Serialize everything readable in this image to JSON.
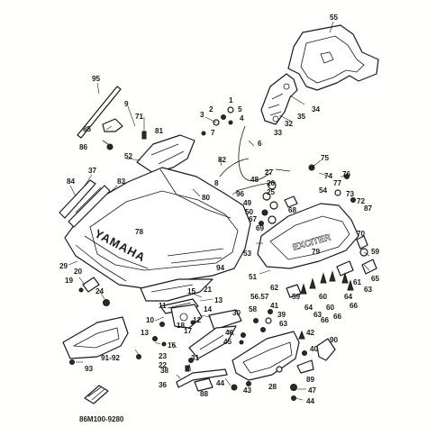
{
  "diagram": {
    "brand_text": "YAMAHA",
    "model_text": "EXCITER",
    "code": "86M100-9280",
    "callouts": [
      {
        "id": "c55",
        "text": "55"
      },
      {
        "id": "c95",
        "text": "95"
      },
      {
        "id": "c35",
        "text": "35"
      },
      {
        "id": "c34",
        "text": "34"
      },
      {
        "id": "c32",
        "text": "32"
      },
      {
        "id": "c33",
        "text": "33"
      },
      {
        "id": "c85",
        "text": "85"
      },
      {
        "id": "c9",
        "text": "9"
      },
      {
        "id": "c71",
        "text": "71"
      },
      {
        "id": "c3",
        "text": "3"
      },
      {
        "id": "c2",
        "text": "2"
      },
      {
        "id": "c5",
        "text": "5"
      },
      {
        "id": "c4",
        "text": "4"
      },
      {
        "id": "c1",
        "text": "1"
      },
      {
        "id": "c7",
        "text": "7"
      },
      {
        "id": "c81",
        "text": "81"
      },
      {
        "id": "c86",
        "text": "86"
      },
      {
        "id": "c6",
        "text": "6"
      },
      {
        "id": "c75",
        "text": "75"
      },
      {
        "id": "c52",
        "text": "52"
      },
      {
        "id": "c82",
        "text": "82"
      },
      {
        "id": "c37",
        "text": "37"
      },
      {
        "id": "c8",
        "text": "8"
      },
      {
        "id": "c27",
        "text": "27"
      },
      {
        "id": "c74",
        "text": "74"
      },
      {
        "id": "c76",
        "text": "76"
      },
      {
        "id": "c83",
        "text": "83"
      },
      {
        "id": "c84",
        "text": "84"
      },
      {
        "id": "c80",
        "text": "80"
      },
      {
        "id": "c48",
        "text": "48"
      },
      {
        "id": "c26",
        "text": "26"
      },
      {
        "id": "c25",
        "text": "25"
      },
      {
        "id": "c54",
        "text": "54"
      },
      {
        "id": "c77",
        "text": "77"
      },
      {
        "id": "c73",
        "text": "73"
      },
      {
        "id": "c72",
        "text": "72"
      },
      {
        "id": "c96",
        "text": "96"
      },
      {
        "id": "c49",
        "text": "49"
      },
      {
        "id": "c50",
        "text": "50"
      },
      {
        "id": "c67",
        "text": "67"
      },
      {
        "id": "c68",
        "text": "68"
      },
      {
        "id": "c87",
        "text": "87"
      },
      {
        "id": "c69",
        "text": "69"
      },
      {
        "id": "c78",
        "text": "78"
      },
      {
        "id": "c70",
        "text": "70"
      },
      {
        "id": "c53",
        "text": "53"
      },
      {
        "id": "c79",
        "text": "79"
      },
      {
        "id": "c59a",
        "text": "59"
      },
      {
        "id": "c29",
        "text": "29"
      },
      {
        "id": "c94",
        "text": "94"
      },
      {
        "id": "c20",
        "text": "20"
      },
      {
        "id": "c19",
        "text": "19"
      },
      {
        "id": "c51",
        "text": "51"
      },
      {
        "id": "c65",
        "text": "65"
      },
      {
        "id": "c61",
        "text": "61"
      },
      {
        "id": "c63a",
        "text": "63"
      },
      {
        "id": "c62",
        "text": "62"
      },
      {
        "id": "c21",
        "text": "21"
      },
      {
        "id": "c24",
        "text": "24"
      },
      {
        "id": "c15",
        "text": "15"
      },
      {
        "id": "c13a",
        "text": "13"
      },
      {
        "id": "c5657",
        "text": "56.57"
      },
      {
        "id": "c60a",
        "text": "60"
      },
      {
        "id": "c64",
        "text": "64"
      },
      {
        "id": "c66a",
        "text": "66"
      },
      {
        "id": "c11",
        "text": "11"
      },
      {
        "id": "c14",
        "text": "14"
      },
      {
        "id": "c30",
        "text": "30"
      },
      {
        "id": "c58",
        "text": "58"
      },
      {
        "id": "c41",
        "text": "41"
      },
      {
        "id": "c39",
        "text": "39"
      },
      {
        "id": "c59b",
        "text": "59"
      },
      {
        "id": "c64b",
        "text": "64"
      },
      {
        "id": "c63b",
        "text": "63"
      },
      {
        "id": "c60b",
        "text": "60"
      },
      {
        "id": "c66b",
        "text": "66"
      },
      {
        "id": "c10",
        "text": "10"
      },
      {
        "id": "c12",
        "text": "12"
      },
      {
        "id": "c18",
        "text": "18"
      },
      {
        "id": "c17",
        "text": "17"
      },
      {
        "id": "c63c",
        "text": "63"
      },
      {
        "id": "c66c",
        "text": "66"
      },
      {
        "id": "c13b",
        "text": "13"
      },
      {
        "id": "c46",
        "text": "46"
      },
      {
        "id": "c45",
        "text": "45"
      },
      {
        "id": "c42",
        "text": "42"
      },
      {
        "id": "c40",
        "text": "40"
      },
      {
        "id": "c90",
        "text": "90"
      },
      {
        "id": "c16",
        "text": "16"
      },
      {
        "id": "c23",
        "text": "23"
      },
      {
        "id": "c9192",
        "text": "91-92"
      },
      {
        "id": "c31",
        "text": "31"
      },
      {
        "id": "c22",
        "text": "22"
      },
      {
        "id": "c93",
        "text": "93"
      },
      {
        "id": "c38",
        "text": "38"
      },
      {
        "id": "c89",
        "text": "89"
      },
      {
        "id": "c36",
        "text": "36"
      },
      {
        "id": "c44a",
        "text": "44"
      },
      {
        "id": "c43",
        "text": "43"
      },
      {
        "id": "c28",
        "text": "28"
      },
      {
        "id": "c47",
        "text": "47"
      },
      {
        "id": "c88",
        "text": "88"
      },
      {
        "id": "c44b",
        "text": "44"
      }
    ]
  }
}
